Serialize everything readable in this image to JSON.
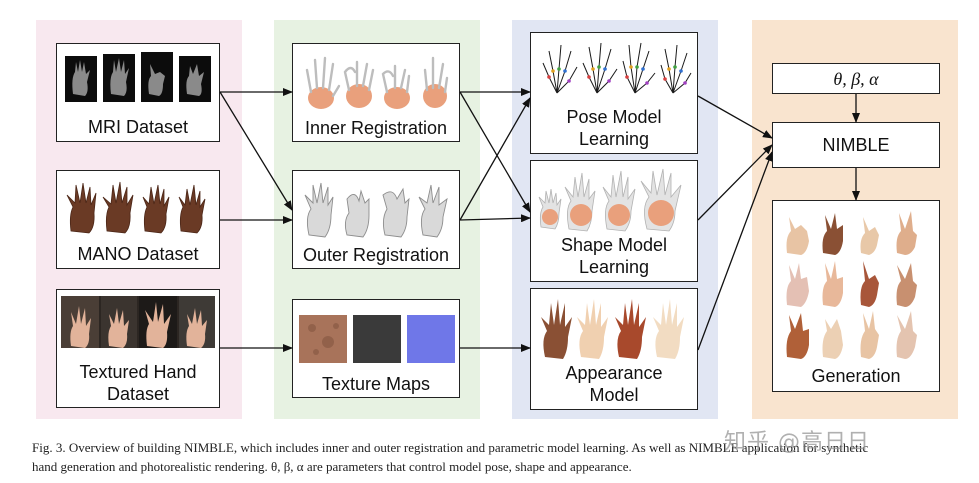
{
  "nodes": {
    "mri": {
      "label": "MRI Dataset"
    },
    "mano": {
      "label": "MANO Dataset"
    },
    "textured": {
      "label_line1": "Textured Hand",
      "label_line2": "Dataset"
    },
    "inner": {
      "label": "Inner Registration"
    },
    "outer": {
      "label": "Outer Registration"
    },
    "texture": {
      "label": "Texture Maps"
    },
    "pose": {
      "label_line1": "Pose Model",
      "label_line2": "Learning"
    },
    "shape": {
      "label_line1": "Shape Model",
      "label_line2": "Learning"
    },
    "appearance": {
      "label_line1": "Appearance",
      "label_line2": "Model"
    },
    "params": {
      "label": "θ, β, α"
    },
    "nimble": {
      "label": "NIMBLE"
    },
    "generation": {
      "label": "Generation"
    }
  },
  "edges": [
    [
      "mri",
      "inner"
    ],
    [
      "mri",
      "outer"
    ],
    [
      "mano",
      "outer"
    ],
    [
      "textured",
      "texture"
    ],
    [
      "inner",
      "pose"
    ],
    [
      "inner",
      "shape"
    ],
    [
      "outer",
      "pose"
    ],
    [
      "outer",
      "shape"
    ],
    [
      "texture",
      "appearance"
    ],
    [
      "pose",
      "nimble"
    ],
    [
      "shape",
      "nimble"
    ],
    [
      "appearance",
      "nimble"
    ],
    [
      "params",
      "nimble"
    ],
    [
      "nimble",
      "generation"
    ]
  ],
  "caption": {
    "line1": "Fig. 3.  Overview of building NIMBLE, which includes inner and outer registration and parametric model learning. As well as NIMBLE application for synthetic",
    "line2": "hand generation and photorealistic rendering. θ, β, α are parameters that control model pose, shape and appearance."
  },
  "watermark": "知乎 @高日日",
  "colors": {
    "data_column": "#f8e8ef",
    "registration_column": "#e7f2e2",
    "model_column": "#e1e6f3",
    "generation_column": "#f9e4cf",
    "skin": "#e9a07c",
    "bone": "#dddddd",
    "dark_skin": "#6a3a25",
    "normal_map": "#6f77e8"
  }
}
